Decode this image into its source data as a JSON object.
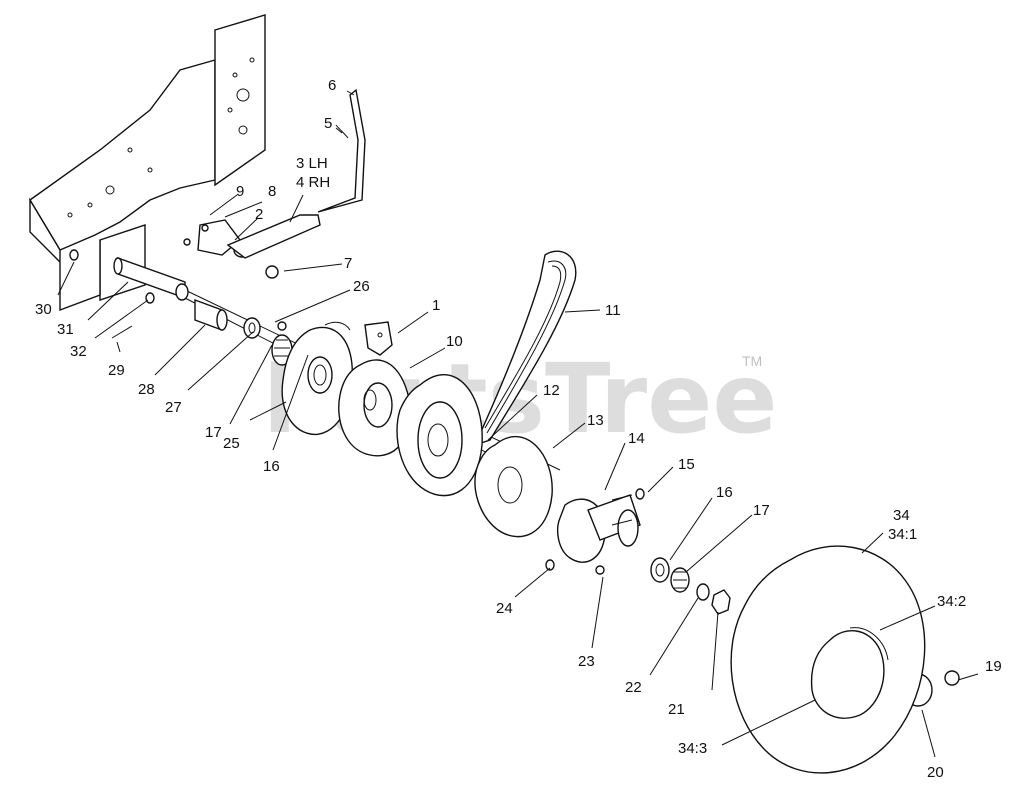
{
  "watermark": {
    "text": "PartsTree",
    "tm": "TM"
  },
  "callouts": {
    "c1": "1",
    "c2": "2",
    "c3lh": "3 LH",
    "c4rh": "4 RH",
    "c5": "5",
    "c6": "6",
    "c7": "7",
    "c8": "8",
    "c9": "9",
    "c10": "10",
    "c11": "11",
    "c12": "12",
    "c13": "13",
    "c14": "14",
    "c15": "15",
    "c16a": "16",
    "c16b": "16",
    "c17a": "17",
    "c17b": "17",
    "c19": "19",
    "c20": "20",
    "c21": "21",
    "c22": "22",
    "c23": "23",
    "c24": "24",
    "c25": "25",
    "c26": "26",
    "c27": "27",
    "c28": "28",
    "c29": "29",
    "c30": "30",
    "c31": "31",
    "c32": "32",
    "c34": "34",
    "c34_1": "34:1",
    "c34_2": "34:2",
    "c34_3": "34:3"
  }
}
